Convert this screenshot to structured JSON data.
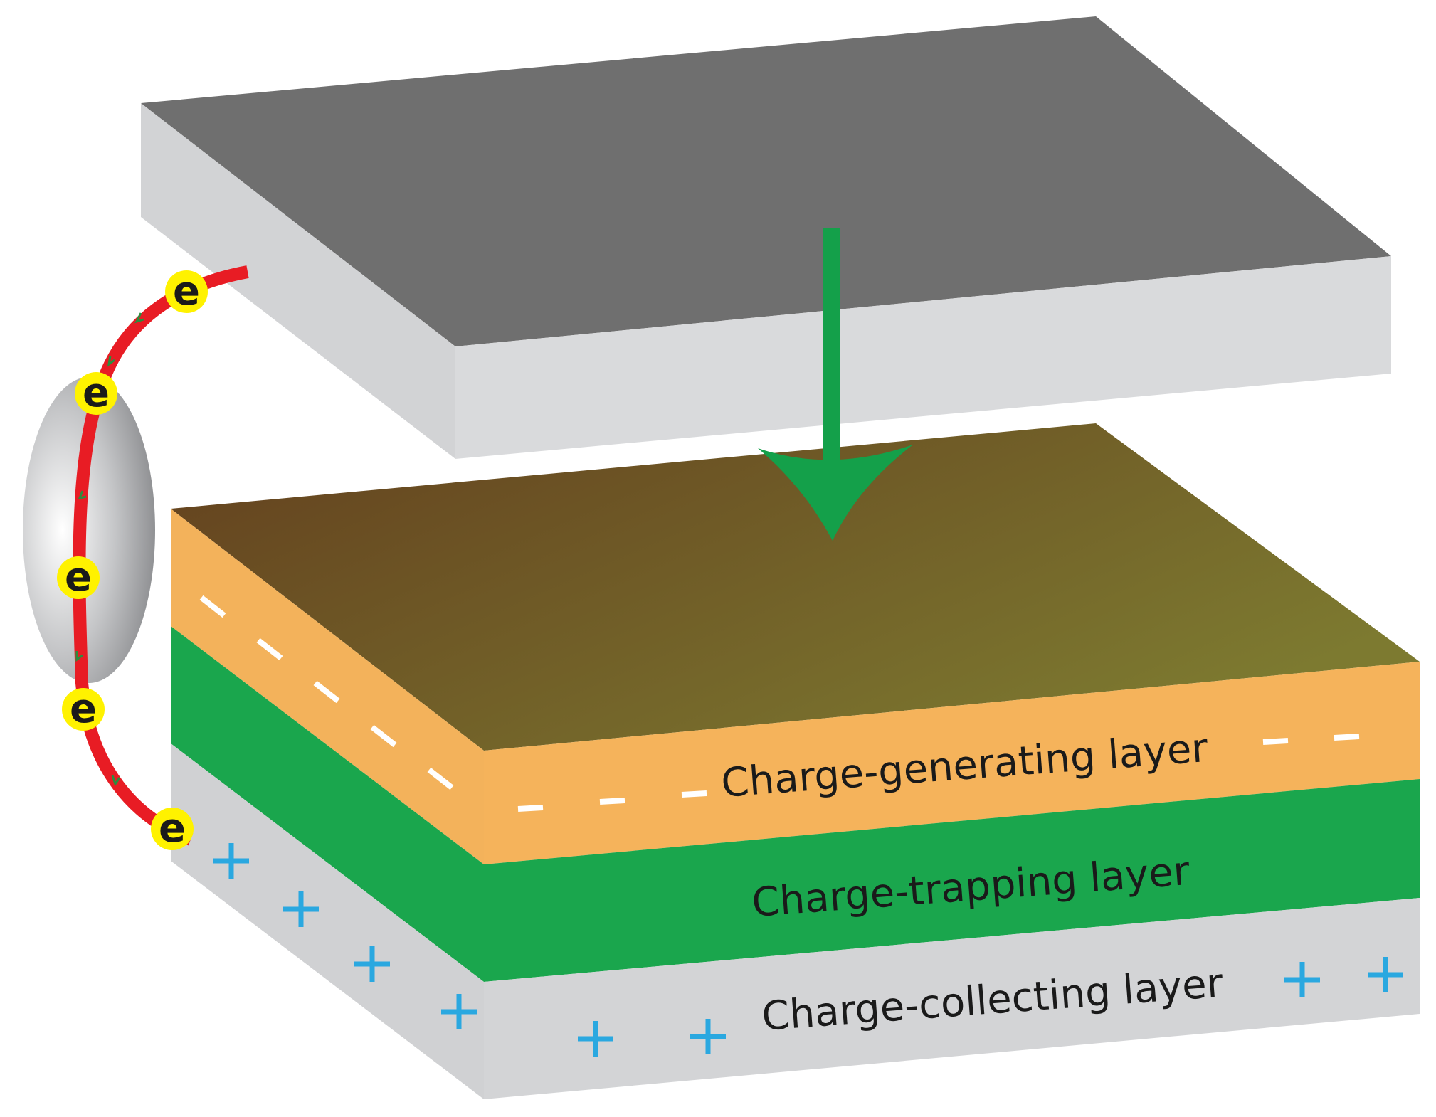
{
  "labels": {
    "generating": "Charge-generating layer",
    "trapping": "Charge-trapping layer",
    "collecting": "Charge-collecting layer"
  },
  "electron_symbol": "e",
  "positive_symbol": "+",
  "colors": {
    "top_plate": "#6f6f6f",
    "plate_side": "#d2d3d5",
    "generating_layer": "#f3b25b",
    "trapping_layer": "#1aa64d",
    "collecting_layer": "#d0d1d3",
    "wire": "#e81c24",
    "electron": "#fff200",
    "arrow": "#14a04a",
    "plus": "#2aa8e0",
    "minus": "#ffffff"
  }
}
